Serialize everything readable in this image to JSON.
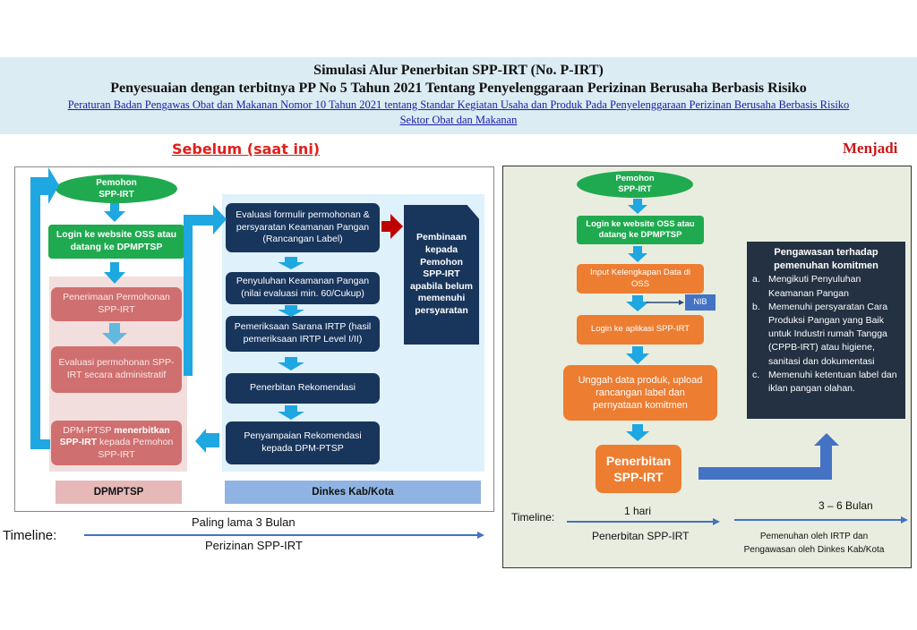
{
  "header": {
    "title": "Simulasi Alur Penerbitan SPP-IRT (No. P-IRT)",
    "subtitle": "Penyesuaian dengan terbitnya PP No 5 Tahun 2021 Tentang Penyelenggaraan Perizinan Berusaha Berbasis Risiko",
    "link_line1": "Peraturan Badan Pengawas Obat dan Makanan Nomor 10 Tahun 2021 tentang Standar Kegiatan Usaha dan Produk Pada Penyelenggaraan Perizinan Berusaha Berbasis Risiko",
    "link_line2": "Sektor Obat dan Makanan"
  },
  "left": {
    "title": "Sebelum (saat ini)",
    "start": "Pemohon SPP-IRT",
    "login": "Login ke website OSS atau datang ke DPMPTSP",
    "dpmptsp_steps": [
      "Penerimaan Permohonan SPP-IRT",
      "Evaluasi permohonan SPP-IRT secara administratif"
    ],
    "final_pre": "DPM-PTSP ",
    "final_bold1": "menerbitkan",
    "final_bold2": "SPP-IRT",
    "final_post": " kepada Pemohon SPP-IRT",
    "dinkes_steps": [
      "Evaluasi formulir permohonan & persyaratan Keamanan Pangan (Rancangan Label)",
      "Penyuluhan Keamanan Pangan (nilai evaluasi min. 60/Cukup)",
      "Pemeriksaan Sarana IRTP (hasil pemeriksaan IRTP Level I/II)",
      "Penerbitan Rekomendasi",
      "Penyampaian Rekomendasi kepada DPM-PTSP"
    ],
    "pembinaan": "Pembinaan kepada Pemohon SPP-IRT apabila belum memenuhi persyaratan",
    "lane_labels": [
      "DPMPTSP",
      "Dinkes Kab/Kota"
    ],
    "timeline": {
      "label": "Timeline:",
      "top": "Paling lama 3 Bulan",
      "bottom": "Perizinan SPP-IRT"
    }
  },
  "right": {
    "title": "Menjadi",
    "start": "Pemohon SPP-IRT",
    "login": "Login ke website OSS atau datang ke DPMPTSP",
    "steps": [
      "Input Kelengkapan Data di OSS",
      "Login ke aplikasi SPP-IRT",
      "Unggah data produk, upload rancangan label dan pernyataan komitmen"
    ],
    "nib": "NIB",
    "final": "Penerbitan SPP-IRT",
    "pengawasan": {
      "title": "Pengawasan terhadap pemenuhan komitmen",
      "items": [
        {
          "marker": "a.",
          "text": "Mengikuti Penyuluhan Keamanan Pangan"
        },
        {
          "marker": "b.",
          "text": "Memenuhi persyaratan Cara Produksi Pangan yang Baik untuk Industri rumah Tangga (CPPB-IRT) atau higiene, sanitasi dan dokumentasi"
        },
        {
          "marker": "c.",
          "text": "Memenuhi ketentuan label dan iklan pangan olahan."
        }
      ]
    },
    "timeline": {
      "label": "Timeline:",
      "seg1_top": "1 hari",
      "seg1_bottom": "Penerbitan SPP-IRT",
      "seg2_top": "3 – 6 Bulan",
      "seg2_bottom": "Pemenuhan oleh IRTP dan Pengawasan oleh Dinkes Kab/Kota"
    }
  },
  "colors": {
    "green": "#1faa4f",
    "rose": "#cf6f6f",
    "navy": "#18355c",
    "orange": "#ed7d31",
    "arrow_cyan": "#1ea7e1",
    "arrow_blue": "#4472c4",
    "red_arrow": "#c00000",
    "title_red": "#e0201a"
  }
}
